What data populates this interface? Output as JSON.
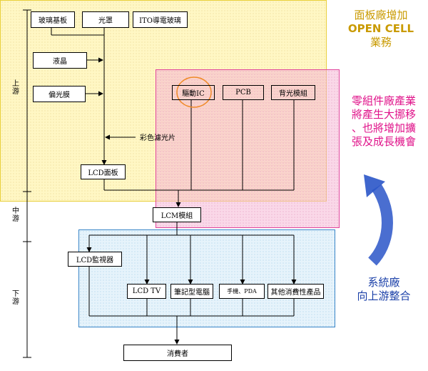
{
  "colors": {
    "upstream_fill": "#fff7c4",
    "open_fill": "#f6b8d6",
    "downstream_fill": "#e6f3fb",
    "note_open": "#c99a00",
    "note_comp": "#e0138a",
    "note_sys": "#1a3fa8",
    "arrow": "#2a55c8"
  },
  "stages": {
    "upstream": "上游",
    "midstream": "中游",
    "downstream": "下游"
  },
  "boxes": {
    "glass": "玻璃基板",
    "color_resist": "光罩",
    "ito": "ITO導電玻璃",
    "liquid_crystal": "液晶",
    "polarizer": "偏光膜",
    "color_filter": "彩色濾光片",
    "lcd_panel": "LCD面板",
    "driver_ic": "驅動IC",
    "pcb": "PCB",
    "backlight": "背光模組",
    "lcm": "LCM模組",
    "lcd_monitor": "LCD監視器",
    "lcd_tv": "LCD TV",
    "notebook": "筆記型電腦",
    "phone_pda": "手機、PDA",
    "other_consumer": "其他消費性產品",
    "consumer": "消費者"
  },
  "notes": {
    "open_cell_line1": "面板廠增加",
    "open_cell_line2": "OPEN CELL",
    "open_cell_line3": "業務",
    "components_line1": "零組件廠產業",
    "components_line2": "將產生大挪移",
    "components_line3": "、也將增加擴",
    "components_line4": "張及成長機會",
    "system_line1": "系統廠",
    "system_line2": "向上游整合"
  }
}
